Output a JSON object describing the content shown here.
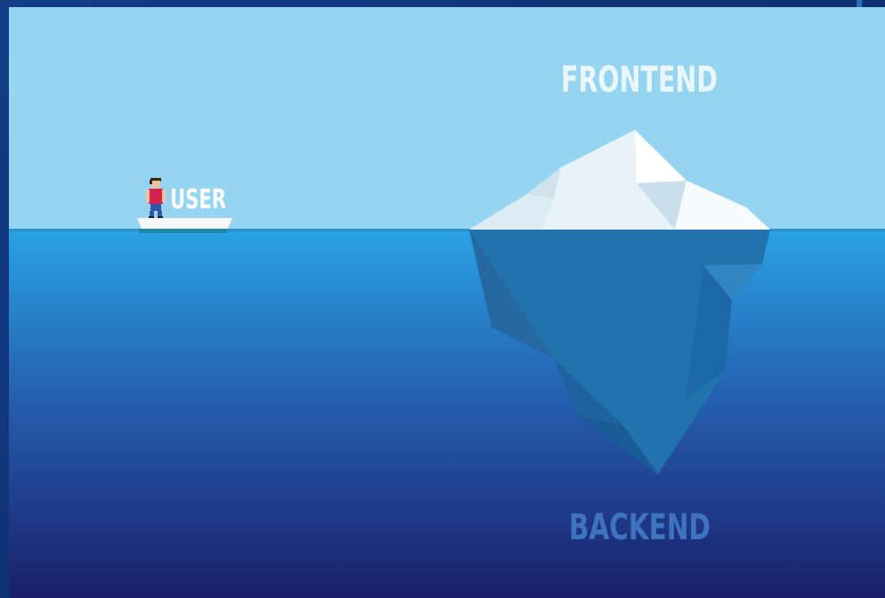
{
  "labels": {
    "frontend": "FRONTEND",
    "backend": "BACKEND",
    "user": "USER"
  },
  "colors": {
    "sky": "#96d5f1",
    "water_top": "#2a9ee0",
    "water_bottom": "#1a2070",
    "frontend_text": "#e9f7fd",
    "backend_text": "#3e74bf",
    "user_text": "#ffffff"
  }
}
